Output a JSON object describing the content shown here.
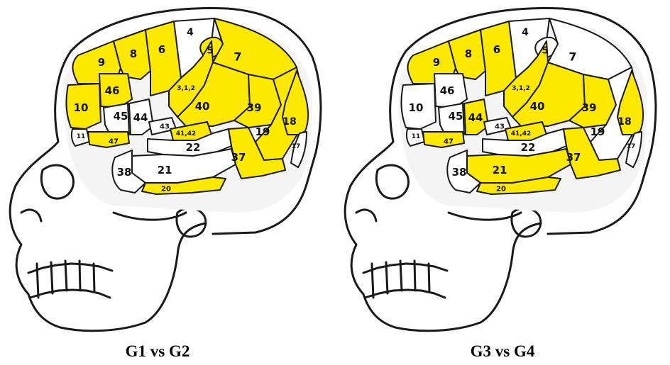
{
  "colors": {
    "highlight": "#fde800",
    "plain": "#ffffff",
    "outline": "#1a1a1a",
    "skull_shade": "#6e6e6e"
  },
  "labels": {
    "a4": "4",
    "a5": "5",
    "a6": "6",
    "a7": "7",
    "a8": "8",
    "a9": "9",
    "a10": "10",
    "a11": "11",
    "a17": "17",
    "a18": "18",
    "a19": "19",
    "a20": "20",
    "a21": "21",
    "a22": "22",
    "a37": "37",
    "a38": "38",
    "a39": "39",
    "a40": "40",
    "a43": "43",
    "a44": "44",
    "a45": "45",
    "a46": "46",
    "a47": "47",
    "a312": "3,1,2",
    "a4142": "41,42"
  },
  "panels": [
    {
      "caption": "G1 vs G2",
      "highlighted": [
        "9",
        "8",
        "6",
        "10",
        "46",
        "47",
        "5",
        "7",
        "40",
        "39",
        "19",
        "18",
        "37",
        "20",
        "41,42",
        "3,1,2"
      ]
    },
    {
      "caption": "G3 vs G4",
      "highlighted": [
        "9",
        "8",
        "6",
        "44",
        "47",
        "40",
        "39",
        "18",
        "37",
        "21",
        "20",
        "41,42",
        "3,1,2"
      ]
    }
  ]
}
